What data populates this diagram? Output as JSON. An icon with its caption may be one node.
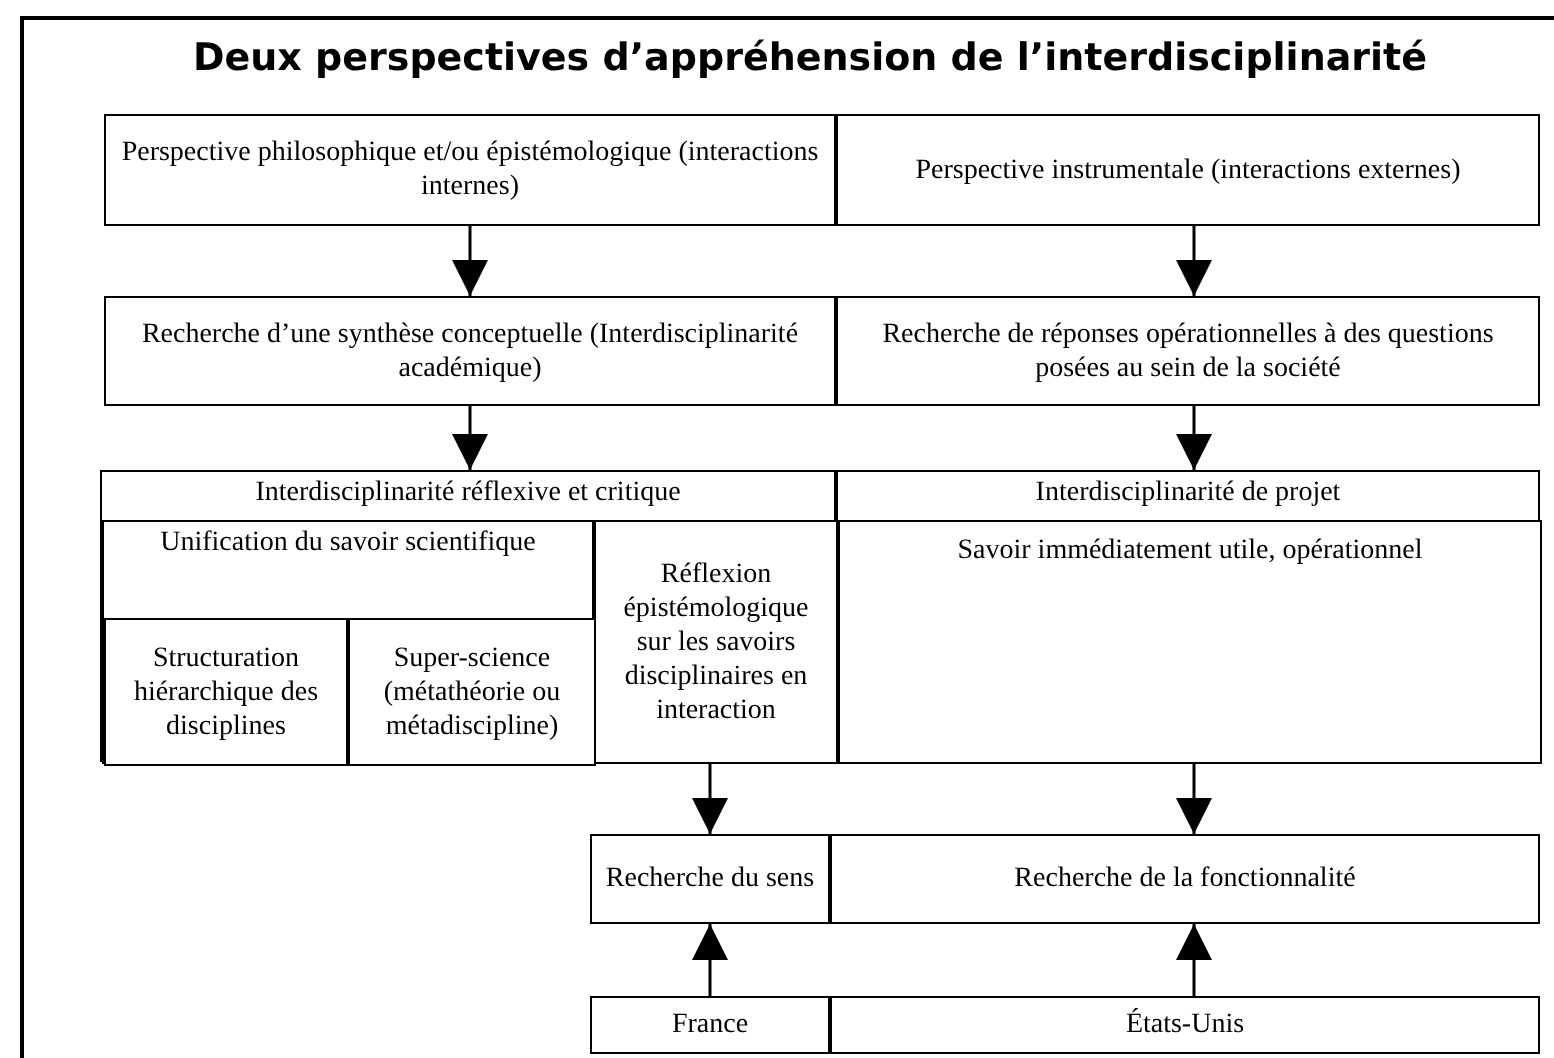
{
  "diagram": {
    "title": "Deux perspectives d’appréhension de l’interdisciplinarité",
    "nodes": [
      {
        "text": [
          "Perspective philosophique et/ou épistémologique (interactions internes)"
        ]
      },
      {
        "text": [
          "Perspective instrumentale (interactions externes)"
        ]
      },
      {
        "text": [
          "Recherche d’une synthèse conceptuelle (Interdisciplinarité académique)"
        ]
      },
      {
        "text": [
          "Recherche de réponses opérationnelles à des questions posées au sein de la société"
        ]
      },
      {
        "text": [
          "Interdisciplinarité réflexive et critique"
        ]
      },
      {
        "text": [
          "Unification du savoir scientifique"
        ],
        "in": 4
      },
      {
        "text": [
          "Structuration hiérarchique des disciplines"
        ],
        "in": 5
      },
      {
        "text": [
          "Super-science (métathéorie ou métadiscipline)"
        ],
        "in": 5
      },
      {
        "text": [
          "Réflexion épistémologique sur les savoirs disciplinaires en interaction"
        ],
        "in": 4
      },
      {
        "text": [
          "Interdisciplinarité de projet"
        ]
      },
      {
        "text": [
          "Savoir immédiatement utile, opérationnel"
        ],
        "in": 9
      },
      {
        "text": [
          "Recherche du sens"
        ]
      },
      {
        "text": [
          "Recherche de la fonctionnalité"
        ]
      },
      {
        "text": [
          "France"
        ]
      },
      {
        "text": [
          "États-Unis"
        ]
      }
    ],
    "edges": [
      {
        "from": 0,
        "to": 2,
        "arrow": "to"
      },
      {
        "from": 1,
        "to": 3,
        "arrow": "to"
      },
      {
        "from": 2,
        "to": 4,
        "arrow": "to"
      },
      {
        "from": 3,
        "to": 9,
        "arrow": "to"
      },
      {
        "from": 4,
        "to": 11,
        "arrow": "to"
      },
      {
        "from": 9,
        "to": 12,
        "arrow": "to"
      },
      {
        "from": 13,
        "to": 11,
        "arrow": "to"
      },
      {
        "from": 14,
        "to": 12,
        "arrow": "to"
      }
    ]
  }
}
